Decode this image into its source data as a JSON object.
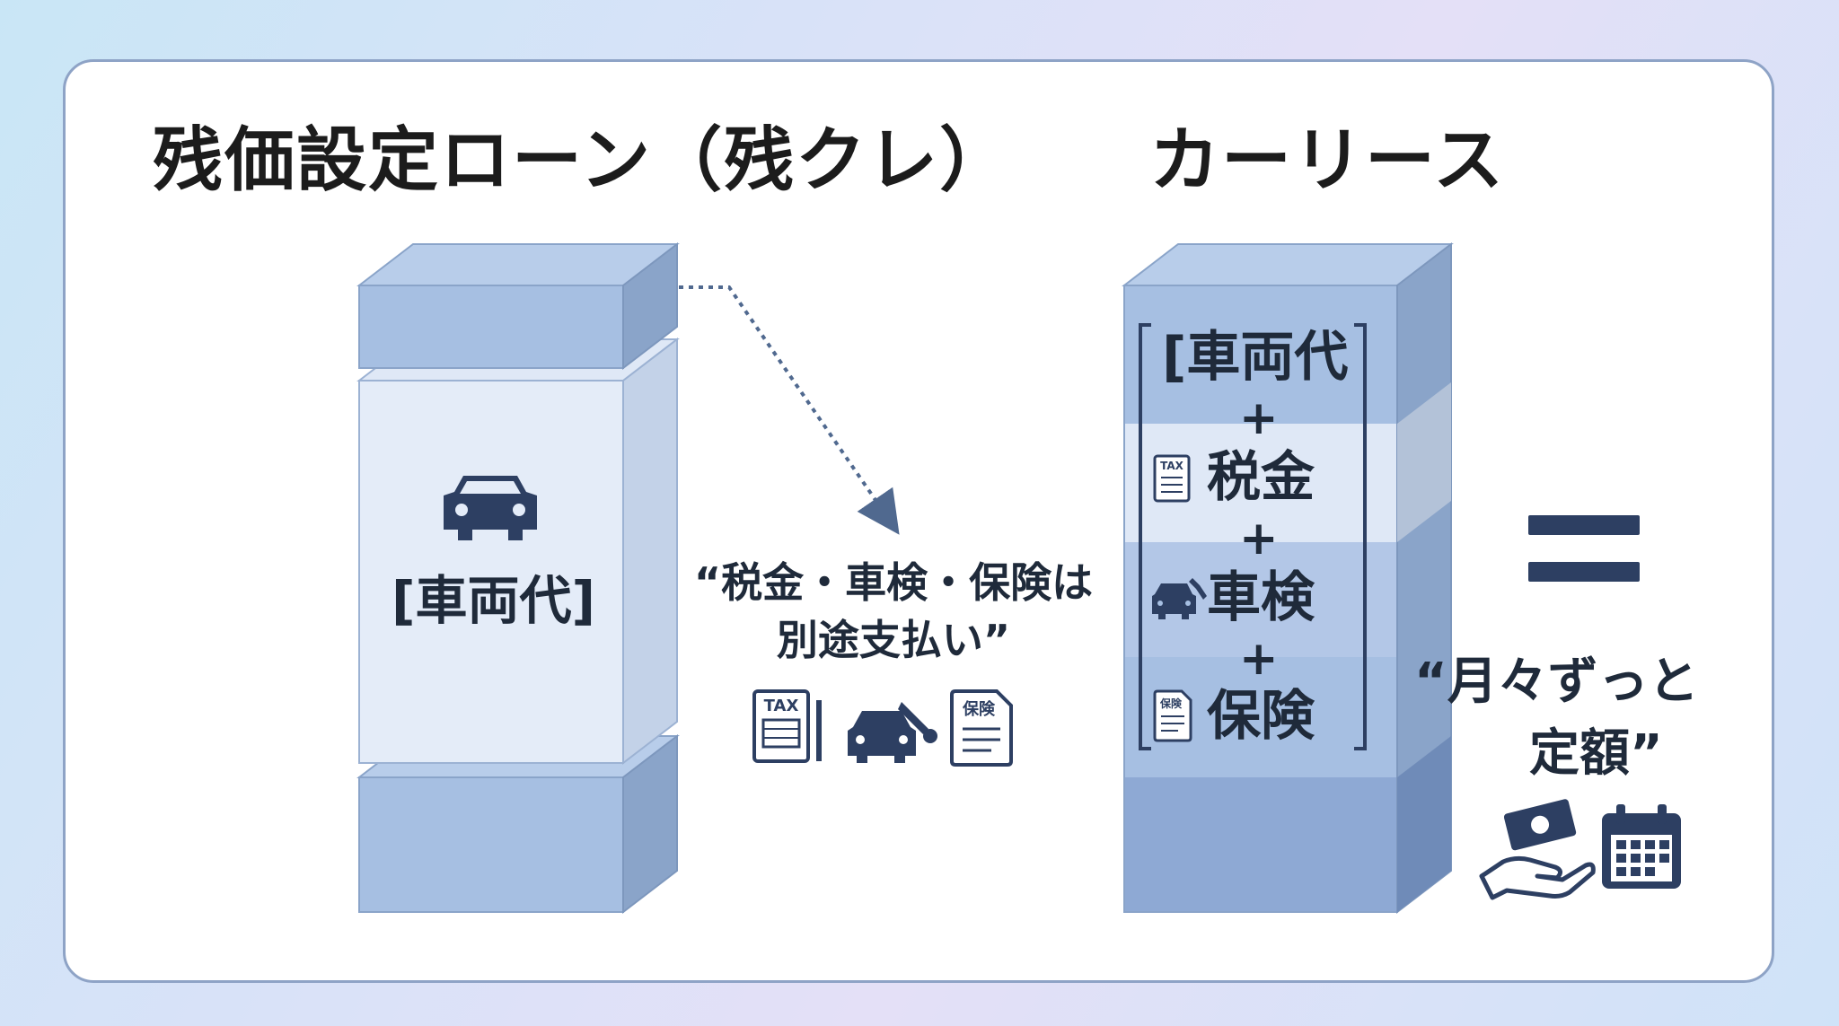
{
  "left": {
    "title": "残価設定ローン（残クレ）",
    "block_label": "[車両代]",
    "note_line1": "“税金・車検・保険は",
    "note_line2": "別途支払い”",
    "icons": [
      "car-icon",
      "tax-document-icon",
      "car-repair-icon",
      "insurance-document-icon"
    ]
  },
  "right": {
    "title": "カーリース",
    "items": [
      {
        "label": "[車両代",
        "icon": ""
      },
      {
        "label": "税金",
        "icon": "tax-document-icon"
      },
      {
        "label": "車検",
        "icon": "car-repair-icon"
      },
      {
        "label": "保険",
        "icon": "insurance-document-icon"
      }
    ],
    "plus": "+",
    "bracket_close": "]",
    "equals_icon": "equals-icon",
    "monthly_line1": "“月々ずっと",
    "monthly_line2": "定額”",
    "bottom_icons": [
      "money-hand-icon",
      "calendar-icon"
    ],
    "tax_text": "TAX",
    "insurance_text": "保険"
  },
  "colors": {
    "block_front": "#a6bfe2",
    "block_side": "#8aa4c9",
    "block_top": "#b8cdea",
    "navy": "#2d3f62",
    "card_border": "#8ea3c6"
  }
}
